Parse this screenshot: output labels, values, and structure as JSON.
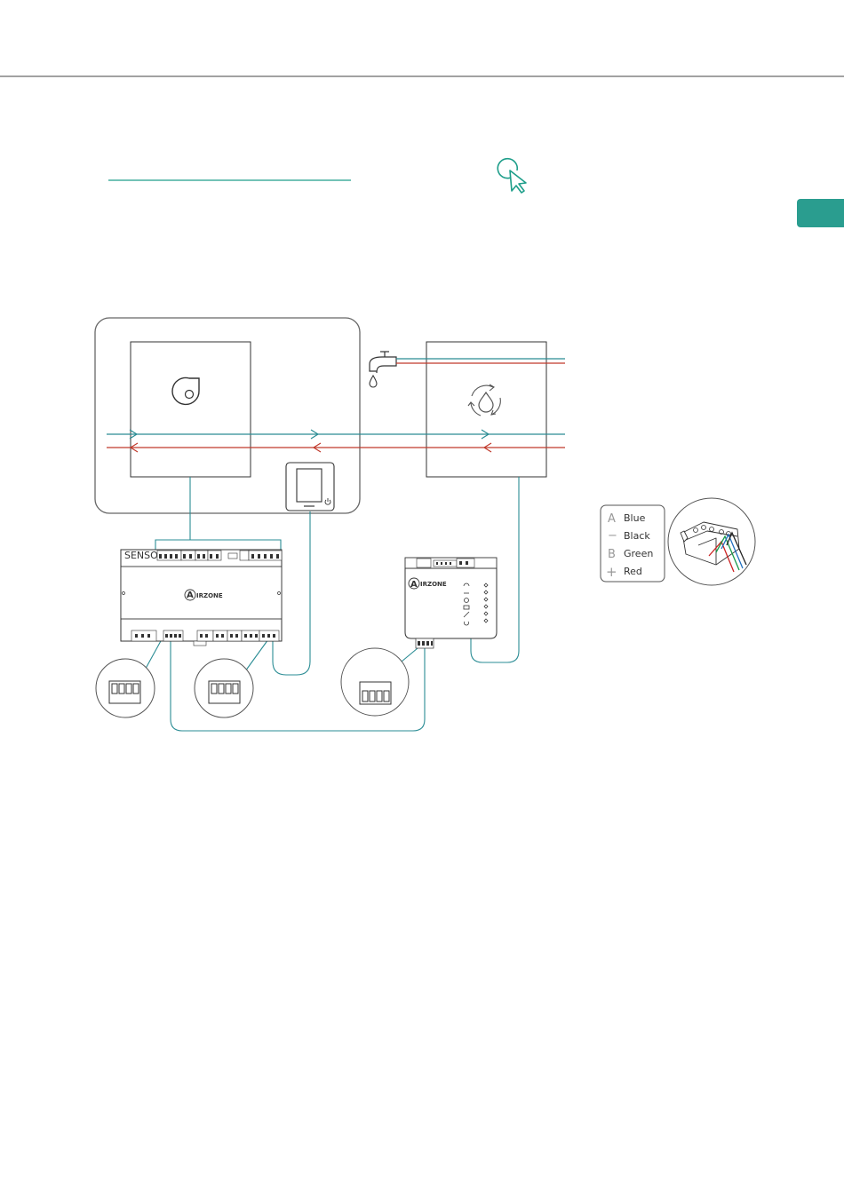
{
  "page": {
    "background": "#ffffff",
    "accent_color": "#1e9e8a",
    "teal_line_color": "#2a8c94",
    "red_line_color": "#c0392b",
    "stroke_color": "#333333"
  },
  "header": {
    "link_underline": "link-underline",
    "click_icon": "pointer-click-icon"
  },
  "side_tab": {
    "color": "#2a9d8f"
  },
  "diagram": {
    "indoor_unit": {
      "icon": "fan-icon"
    },
    "thermostat": {
      "icon": "power-icon"
    },
    "outdoor_unit": {
      "icon": "water-recycle-icon"
    },
    "tap": {
      "icon": "water-tap-icon"
    },
    "main_board": {
      "brand": "IRZONE",
      "logo_letter": "A"
    },
    "gateway": {
      "brand": "IRZONE",
      "logo_letter": "A"
    }
  },
  "legend": {
    "items": [
      {
        "symbol": "A",
        "label": "Blue"
      },
      {
        "symbol": "−",
        "label": "Black"
      },
      {
        "symbol": "B",
        "label": "Green"
      },
      {
        "symbol": "+",
        "label": "Red"
      }
    ],
    "wire_colors": [
      "#1f6fbf",
      "#222222",
      "#1a9b4b",
      "#cc2222"
    ]
  }
}
